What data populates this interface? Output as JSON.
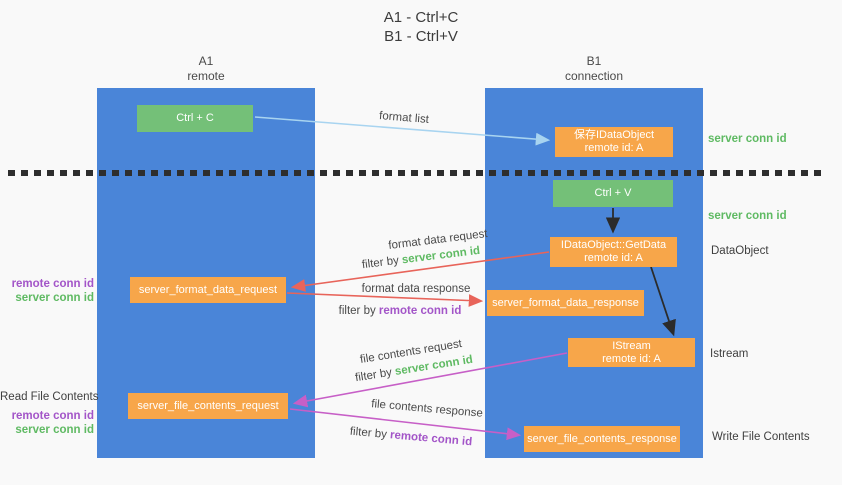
{
  "title": {
    "line1": "A1 - Ctrl+C",
    "line2": "B1 - Ctrl+V"
  },
  "lanes": {
    "a1": {
      "title": "A1",
      "subtitle": "remote"
    },
    "b1": {
      "title": "B1",
      "subtitle": "connection"
    }
  },
  "nodes": {
    "ctrl_c": {
      "label": "Ctrl + C"
    },
    "ctrl_v": {
      "label": "Ctrl + V"
    },
    "save_idataobject": {
      "line1": "保存IDataObject",
      "line2": "remote id: A"
    },
    "getdata": {
      "line1": "IDataObject::GetData",
      "line2": "remote id: A"
    },
    "istream": {
      "line1": "IStream",
      "line2": "remote id: A"
    },
    "format_request": {
      "label": "server_format_data_request"
    },
    "format_response": {
      "label": "server_format_data_response"
    },
    "file_request": {
      "label": "server_file_contents_request"
    },
    "file_response": {
      "label": "server_file_contents_response"
    }
  },
  "arrows": {
    "format_list": {
      "label": "format list"
    },
    "format_data_request": {
      "label": "format data request",
      "filter_prefix": "filter by ",
      "filter_key": "server conn id"
    },
    "format_data_response": {
      "label": "format data response",
      "filter_prefix": "filter by ",
      "filter_key": "remote conn id"
    },
    "file_contents_request": {
      "label": "file contents request",
      "filter_prefix": "filter by ",
      "filter_key": "server conn id"
    },
    "file_contents_response": {
      "label": "file contents response",
      "filter_prefix": "filter by ",
      "filter_key": "remote conn id"
    }
  },
  "side_labels": {
    "right_server_conn_top": "server conn id",
    "right_server_conn_mid": "server conn id",
    "right_dataobject": "DataObject",
    "right_istream": "Istream",
    "right_write_file": "Write File Contents",
    "left_remote_conn_top": "remote conn id",
    "left_server_conn_top": "server conn id",
    "left_read_file": "Read File Contents",
    "left_remote_conn_bottom": "remote conn id",
    "left_server_conn_bottom": "server conn id"
  },
  "colors": {
    "lane_blue": "#4A85D8",
    "node_green": "#74C078",
    "node_orange": "#F7A64A",
    "arrow_blue": "#A8D4F0",
    "arrow_red": "#E8645A",
    "arrow_pink": "#C75FC7",
    "arrow_black": "#2B2B2B",
    "text_green": "#5FBA63",
    "text_purple": "#A355C8",
    "background": "#F9F9F9"
  }
}
